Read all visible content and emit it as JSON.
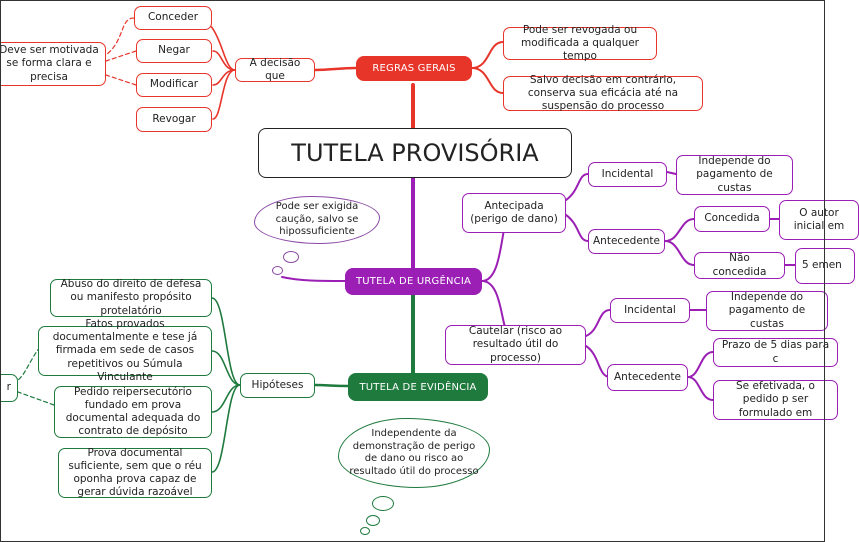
{
  "title": "TUTELA PROVISÓRIA",
  "regras": {
    "label": "REGRAS GERAIS",
    "decisao": "A decisão que",
    "actions": [
      "Conceder",
      "Negar",
      "Modificar",
      "Revogar"
    ],
    "motivada": "Deve ser motivada se forma clara e precisa",
    "revogada": "Pode ser revogada ou modificada a qualquer tempo",
    "eficacia": "Salvo decisão em contrário, conserva sua eficácia até na suspensão do processo"
  },
  "urgencia": {
    "label": "TUTELA DE URGÊNCIA",
    "caucao": "Pode ser exigida caução, salvo se hipossuficiente",
    "antecipada": "Antecipada (perigo de dano)",
    "incidental_a": "Incidental",
    "independe_a": "Independe do pagamento de custas",
    "antecedente_a": "Antecedente",
    "concedida": "Concedida",
    "autor": "O autor inicial em",
    "nao_concedida": "Não concedida",
    "emenda": "5 emen",
    "cautelar": "Cautelar (risco ao resultado útil do processo)",
    "incidental_c": "Incidental",
    "independe_c": "Independe do pagamento de custas",
    "antecedente_c": "Antecedente",
    "prazo": "Prazo de 5 dias para c",
    "efetivada": "Se efetivada, o pedido p ser formulado em"
  },
  "evidencia": {
    "label": "TUTELA DE EVIDÊNCIA",
    "independente": "Independente da demonstração de perigo de dano ou risco ao resultado útil do processo",
    "hipoteses": "Hipóteses",
    "items": [
      "Abuso do direito de defesa ou manifesto propósito protelatório",
      "Fatos provados documentalmente e tese já firmada em sede de casos repetitivos ou Súmula Vinculante",
      "Pedido reipersecutório fundado em prova documental adequada do contrato de depósito",
      "Prova documental suficiente, sem que o réu oponha prova capaz de gerar dúvida razoável"
    ],
    "left_fragment": "r"
  },
  "colors": {
    "red": "#e8352a",
    "purple": "#9b1fb5",
    "green": "#1e7a3d"
  }
}
